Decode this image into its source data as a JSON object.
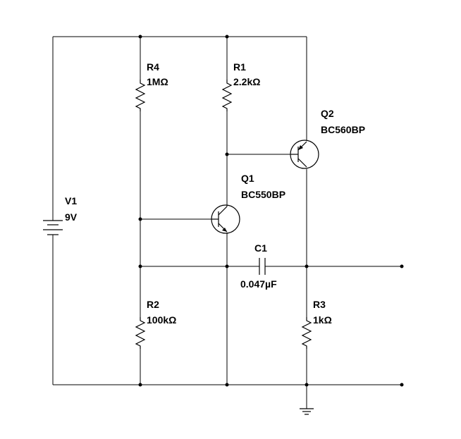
{
  "components": {
    "v1": {
      "ref": "V1",
      "value": "9V"
    },
    "r4": {
      "ref": "R4",
      "value": "1MΩ"
    },
    "r1": {
      "ref": "R1",
      "value": "2.2kΩ"
    },
    "q2": {
      "ref": "Q2",
      "value": "BC560BP"
    },
    "q1": {
      "ref": "Q1",
      "value": "BC550BP"
    },
    "c1": {
      "ref": "C1",
      "value": "0.047µF"
    },
    "r2": {
      "ref": "R2",
      "value": "100kΩ"
    },
    "r3": {
      "ref": "R3",
      "value": "1kΩ"
    }
  },
  "colors": {
    "ink": "#000000",
    "background": "#ffffff"
  },
  "icons": {
    "ground": "ground-icon",
    "battery": "battery-icon",
    "resistor": "resistor-icon",
    "capacitor": "capacitor-icon",
    "npn": "npn-transistor-icon",
    "pnp": "pnp-transistor-icon"
  }
}
